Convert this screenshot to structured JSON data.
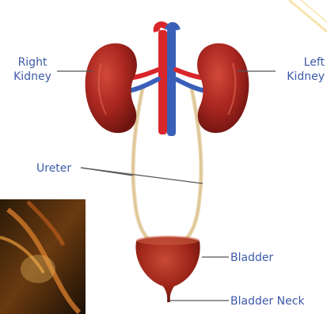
{
  "labels": {
    "right_kidney": "Right\nKidney",
    "left_kidney": "Left\nKidney",
    "ureter": "Ureter",
    "bladder": "Bladder",
    "bladder_neck": "Bladder Neck"
  },
  "colors": {
    "label_text": "#3d5aa8",
    "kidney": "#a8261f",
    "vein": "#3a5fb8",
    "artery": "#d9262a",
    "ureter": "#e8d2a8",
    "bladder": "#9c2418",
    "leader_line": "#555555"
  }
}
